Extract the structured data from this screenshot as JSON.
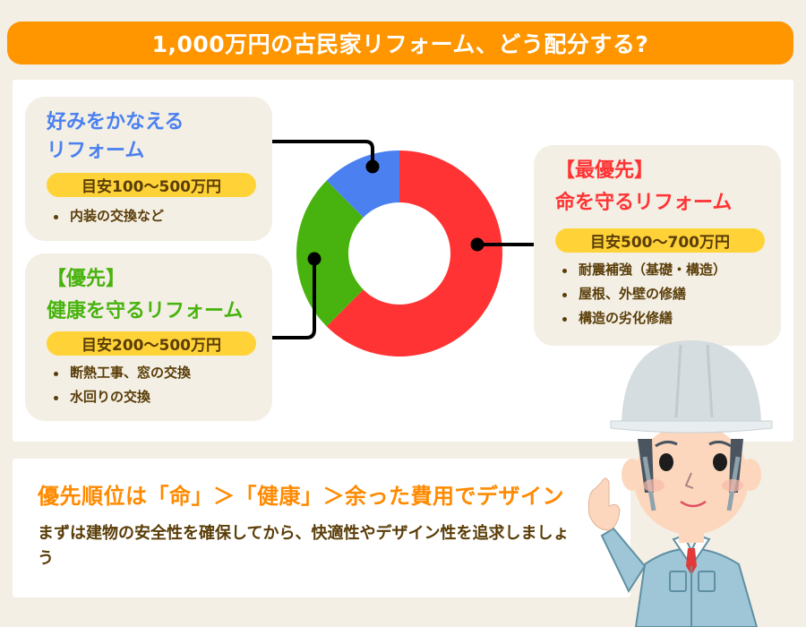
{
  "header": {
    "title": "1,000万円の古民家リフォーム、どう配分する?",
    "background_color": "#ff9600"
  },
  "cards": {
    "blue": {
      "title_line1": "好みをかなえる",
      "title_line2": "リフォーム",
      "budget": "目安100〜500万円",
      "bullets": [
        "内装の交換など"
      ],
      "color": "#4a80f0"
    },
    "green": {
      "title_line1": "【優先】",
      "title_line2": "健康を守るリフォーム",
      "budget": "目安200〜500万円",
      "bullets": [
        "断熱工事、窓の交換",
        "水回りの交換"
      ],
      "color": "#48b30e"
    },
    "red": {
      "title_line1": "【最優先】",
      "title_line2": "命を守るリフォーム",
      "budget": "目安500〜700万円",
      "bullets": [
        "耐震補強（基礎・構造）",
        "屋根、外壁の修繕",
        "構造の劣化修繕"
      ],
      "color": "#ff3333"
    }
  },
  "chart_data": {
    "type": "pie",
    "title": "1,000万円の古民家リフォーム、どう配分する?",
    "donut": true,
    "categories": [
      "命を守るリフォーム",
      "健康を守るリフォーム",
      "好みをかなえるリフォーム"
    ],
    "values": [
      62.5,
      25,
      12.5
    ],
    "colors": [
      "#ff3333",
      "#48b30e",
      "#4a80f0"
    ],
    "start_angle": "12 o'clock, clockwise"
  },
  "summary": {
    "title": "優先順位は「命」＞「健康」＞余った費用でデザイン",
    "text": "まずは建物の安全性を確保してから、快適性やデザイン性を追求しましょう"
  }
}
